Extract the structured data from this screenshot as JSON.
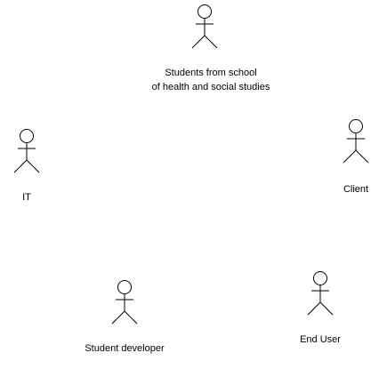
{
  "diagram": {
    "type": "use-case-actors",
    "stroke_color": "#000000",
    "fill_color": "#ffffff",
    "actors": [
      {
        "id": "students",
        "icon": "actor-stick-figure-icon",
        "label": "Students from school\nof health and social studies"
      },
      {
        "id": "it",
        "icon": "actor-stick-figure-icon",
        "label": "IT"
      },
      {
        "id": "client",
        "icon": "actor-stick-figure-icon",
        "label": "Client"
      },
      {
        "id": "student-dev",
        "icon": "actor-stick-figure-icon",
        "label": "Student developer"
      },
      {
        "id": "end-user",
        "icon": "actor-stick-figure-icon",
        "label": "End User"
      }
    ]
  }
}
